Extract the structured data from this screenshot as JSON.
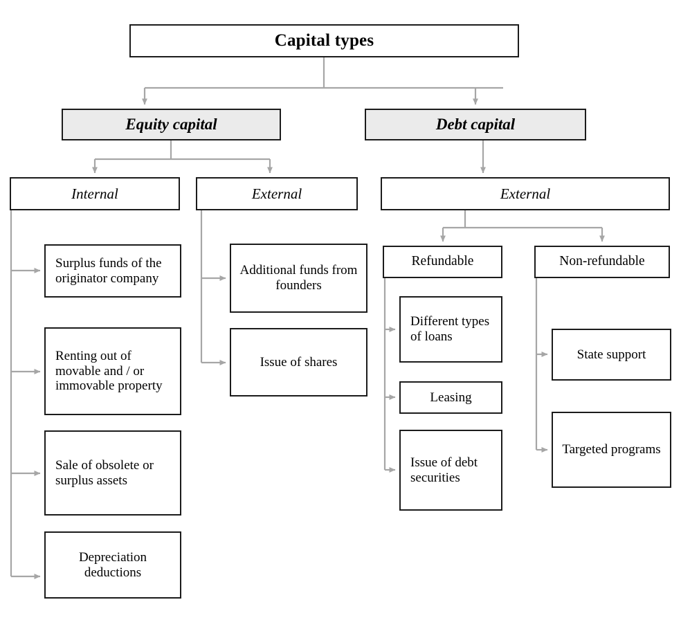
{
  "diagram": {
    "title": "Capital types",
    "type": "hierarchy-tree",
    "root": {
      "id": "root",
      "label": "Capital types"
    },
    "level2": [
      {
        "id": "equity",
        "label": "Equity capital"
      },
      {
        "id": "debt",
        "label": "Debt capital"
      }
    ],
    "level3": [
      {
        "id": "equity-internal",
        "label": "Internal",
        "parent": "equity"
      },
      {
        "id": "equity-external",
        "label": "External",
        "parent": "equity"
      },
      {
        "id": "debt-external",
        "label": "External",
        "parent": "debt"
      }
    ],
    "level4": [
      {
        "id": "refundable",
        "label": "Refundable",
        "parent": "debt-external"
      },
      {
        "id": "non-refundable",
        "label": "Non-refundable",
        "parent": "debt-external"
      }
    ],
    "leaves": {
      "equity_internal": [
        {
          "id": "surplus-funds",
          "label": "Surplus funds of the originator company"
        },
        {
          "id": "renting-out",
          "label": "Renting out of movable and / or immovable property"
        },
        {
          "id": "sale-obsolete",
          "label": "Sale of obsolete or surplus assets"
        },
        {
          "id": "depreciation",
          "label": "Depreciation deductions"
        }
      ],
      "equity_external": [
        {
          "id": "additional-funds",
          "label": "Additional funds from founders"
        },
        {
          "id": "issue-shares",
          "label": "Issue of shares"
        }
      ],
      "debt_refundable": [
        {
          "id": "different-loans",
          "label": "Different types of loans"
        },
        {
          "id": "leasing",
          "label": "Leasing"
        },
        {
          "id": "issue-debt-securities",
          "label": "Issue of debt securities"
        }
      ],
      "debt_non_refundable": [
        {
          "id": "state-support",
          "label": "State support"
        },
        {
          "id": "targeted-programs",
          "label": "Targeted programs"
        }
      ]
    },
    "colors": {
      "box_border": "#1b1b1b",
      "box_fill": "#ffffff",
      "level2_fill": "#ebebeb",
      "connector": "#a6a6a6",
      "text": "#000000",
      "background": "#ffffff"
    }
  }
}
